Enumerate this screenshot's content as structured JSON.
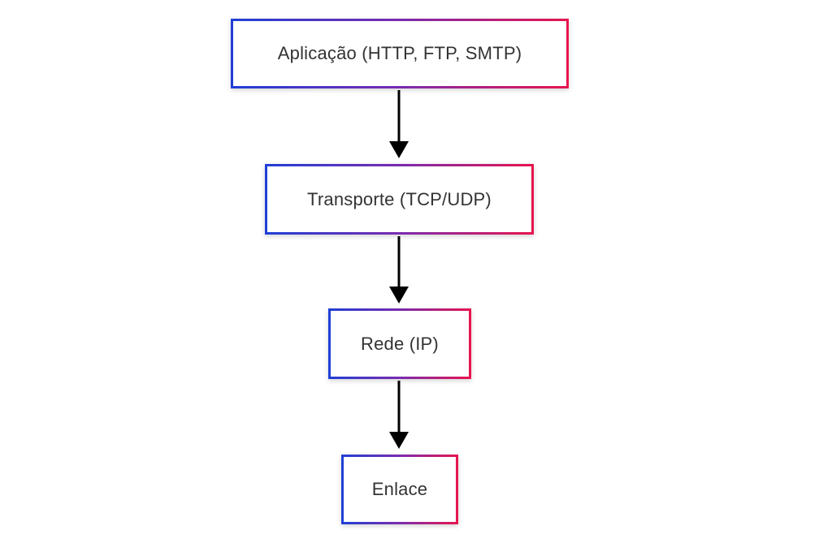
{
  "diagram": {
    "nodes": [
      {
        "id": "app",
        "label": "Aplicação (HTTP, FTP, SMTP)"
      },
      {
        "id": "tran",
        "label": "Transporte (TCP/UDP)"
      },
      {
        "id": "rede",
        "label": "Rede (IP)"
      },
      {
        "id": "enl",
        "label": "Enlace"
      }
    ],
    "edges": [
      {
        "from": "app",
        "to": "tran"
      },
      {
        "from": "tran",
        "to": "rede"
      },
      {
        "from": "rede",
        "to": "enl"
      }
    ],
    "colors": {
      "gradient_start": "#1f3fd6",
      "gradient_mid": "#7a2bb0",
      "gradient_end": "#e8154e",
      "text": "#333333",
      "arrow": "#000000"
    }
  }
}
